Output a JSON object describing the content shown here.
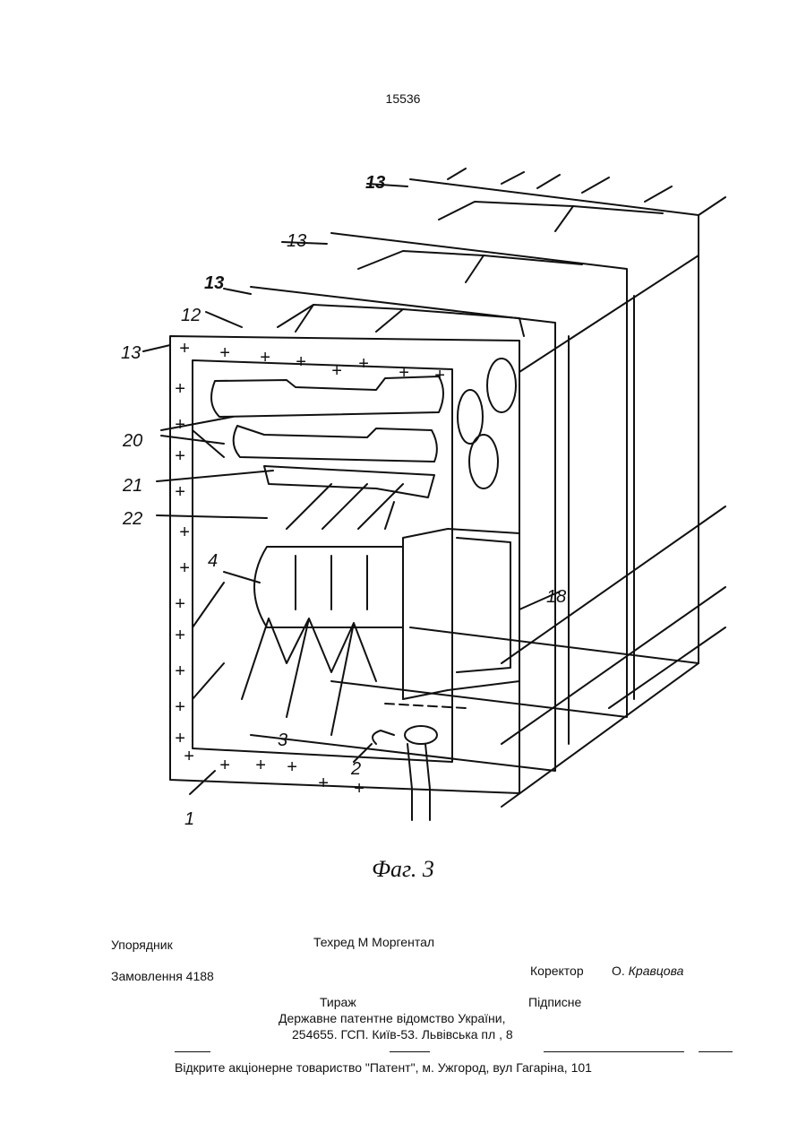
{
  "page_number": "15536",
  "figure": {
    "caption": "Фаг. 3",
    "labels": {
      "l13a": "13",
      "l13b": "13",
      "l13c": "13",
      "l13d": "13",
      "l12": "12",
      "l20": "20",
      "l21": "21",
      "l22": "22",
      "l4": "4",
      "l18": "18",
      "l3": "3",
      "l2": "2",
      "l1": "1"
    }
  },
  "imprint": {
    "compiler": "Упорядник",
    "techred": "Техред М Моргентал",
    "order": "Замовлення 4188",
    "corrector_label": "Коректор",
    "corrector_name_initial": "О.",
    "corrector_name": "Кравцова",
    "circulation": "Тираж",
    "subscription": "Підписне",
    "office": "Державне  патентне  відомство  України,",
    "address": "254655. ГСП. Київ-53. Львівська пл , 8",
    "publisher": "Відкрите акціонерне  товариство \"Патент\", м. Ужгород, вул Гагаріна, 101"
  }
}
